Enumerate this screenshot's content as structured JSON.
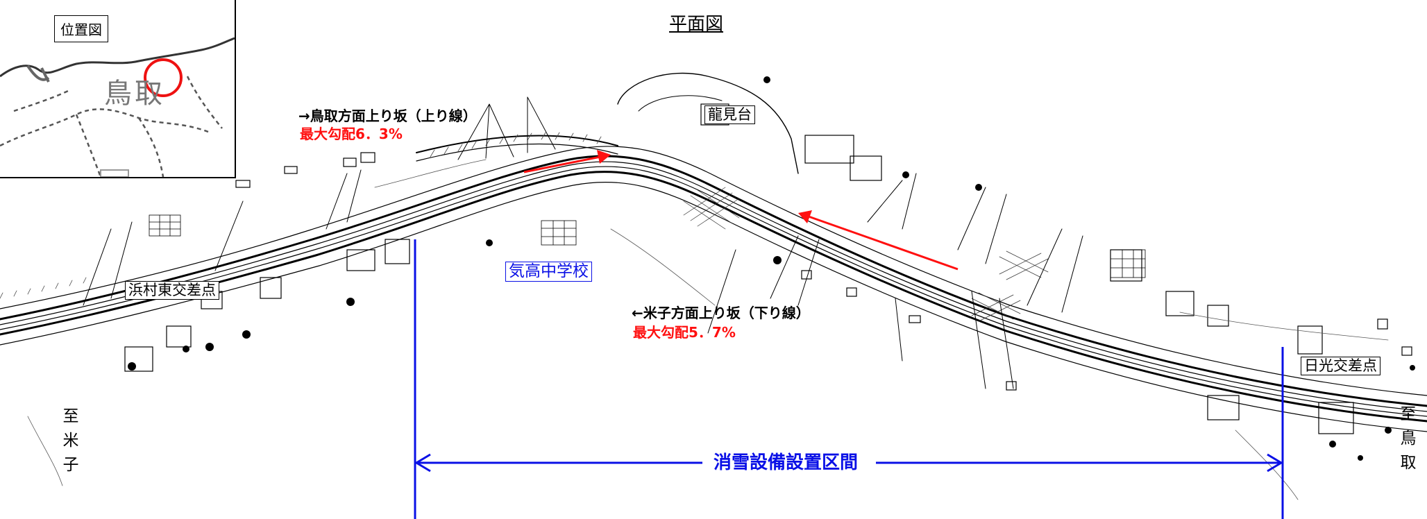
{
  "plan_title": "平面図",
  "inset": {
    "title": "位置図",
    "place_label": "鳥取"
  },
  "labels": {
    "tottori_upslope": "→鳥取方面上り坂（上り線）",
    "tottori_max_grade": "最大勾配6．3%",
    "yonago_upslope": "←米子方面上り坂（下り線）",
    "yonago_max_grade": "最大勾配5．7%",
    "ryukendai": "龍見台",
    "school": "気高中学校",
    "hamamura_intersection": "浜村東交差点",
    "nikko_intersection": "日光交差点",
    "snow_section": "消雪設備設置区間"
  },
  "directions": {
    "west": [
      "至",
      "米",
      "子"
    ],
    "east": [
      "至",
      "鳥",
      "取"
    ]
  },
  "colors": {
    "accent_blue": "#0a10e6",
    "accent_red": "#ff1010",
    "line_black": "#000000"
  }
}
